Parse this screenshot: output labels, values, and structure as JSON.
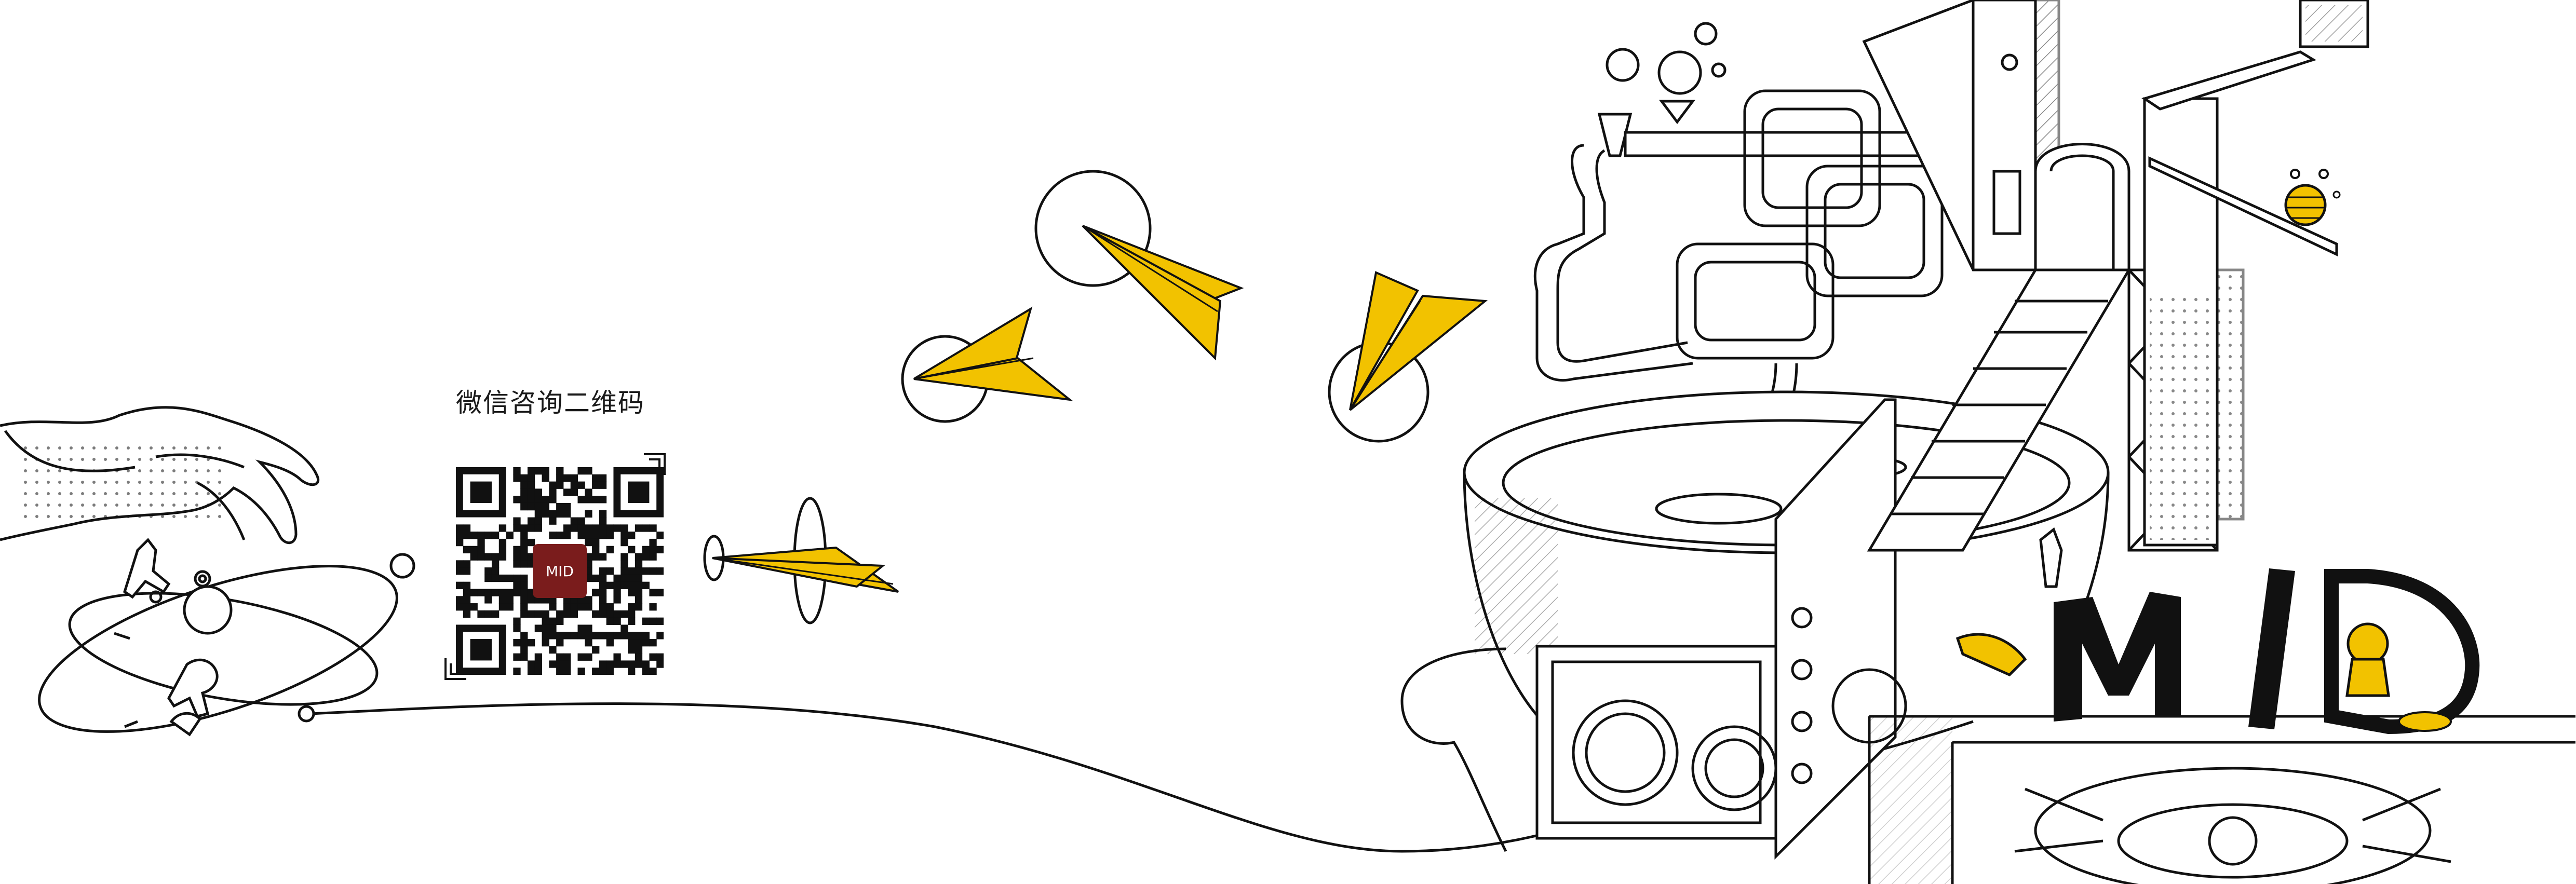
{
  "qr": {
    "caption": "微信咨询二维码",
    "logo_text": "MID"
  },
  "brand": {
    "wordmark": "MID"
  },
  "colors": {
    "ink": "#111111",
    "accent_yellow": "#f2c200",
    "qr_logo_bg": "#7a1c1c",
    "background": "#ffffff"
  },
  "icons": [
    "hand-illustration",
    "orbit-astronauts-illustration",
    "paper-plane-icon",
    "machine-tower-illustration",
    "planet-icon"
  ]
}
